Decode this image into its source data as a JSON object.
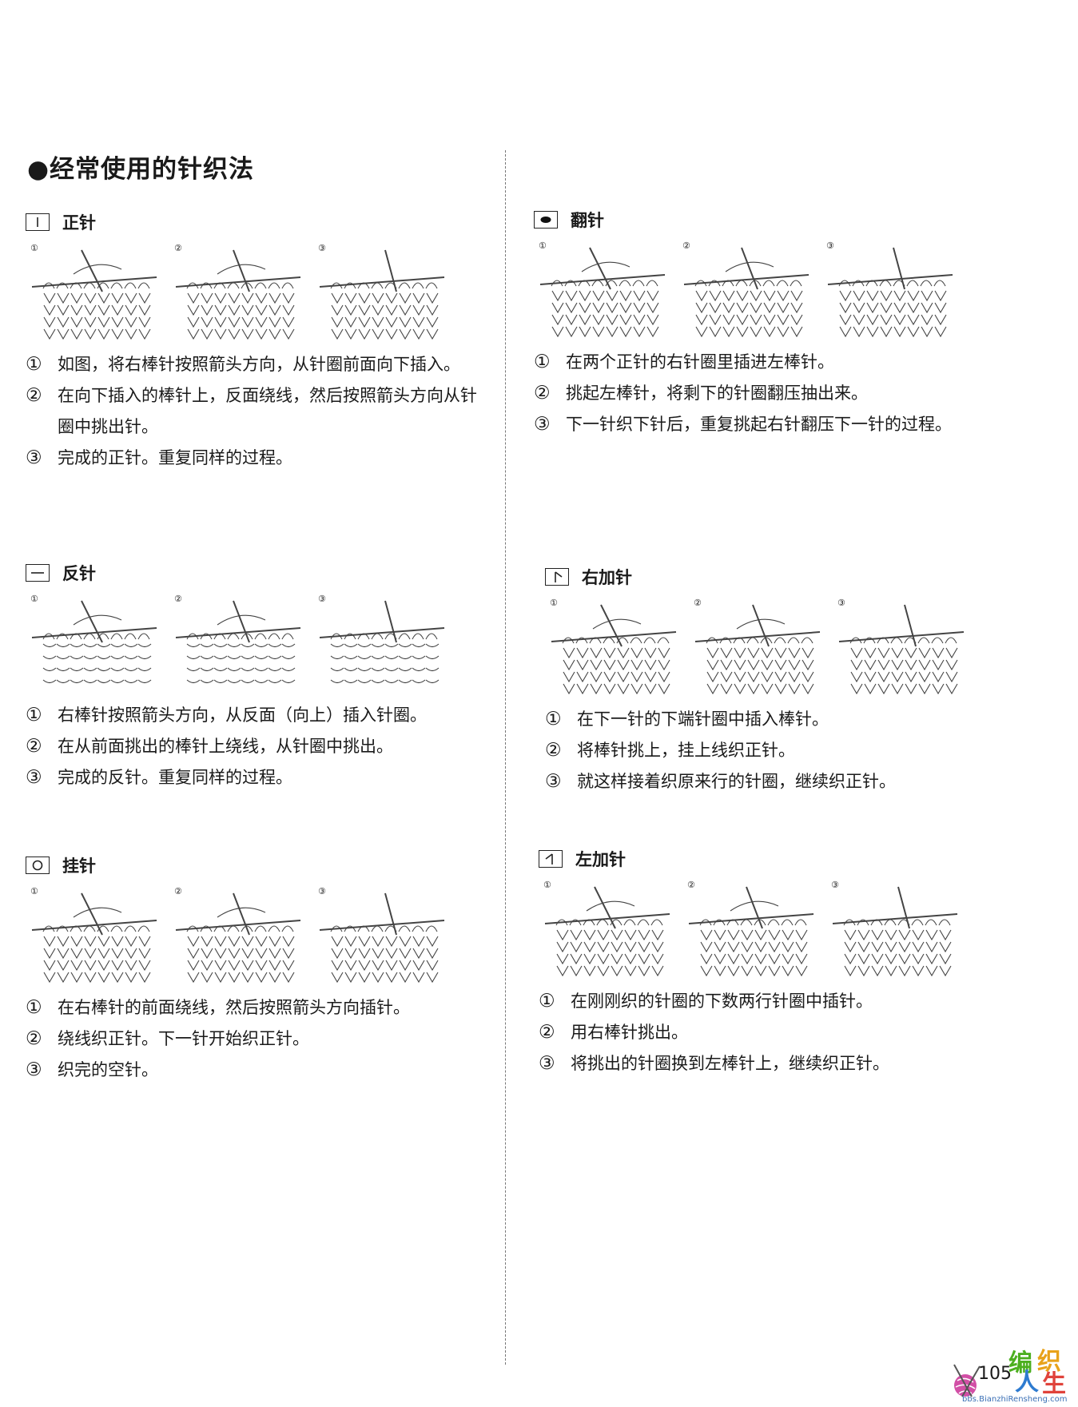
{
  "page_title": "●经常使用的针织法",
  "page_number": "105",
  "logo": {
    "chars": [
      "编",
      "织",
      "人",
      "生"
    ],
    "url": "bbs.BianzhiRensheng.com"
  },
  "panel_numbers": [
    "①",
    "②",
    "③"
  ],
  "sections": [
    {
      "id": "knit",
      "title": "正针",
      "symbol": "knit-symbol-icon",
      "steps": [
        {
          "num": "①",
          "text": "如图，将右棒针按照箭头方向，从针圈前面向下插入。"
        },
        {
          "num": "②",
          "text": "在向下插入的棒针上，反面绕线，然后按照箭头方向从针圈中挑出针。"
        },
        {
          "num": "③",
          "text": "完成的正针。重复同样的过程。"
        }
      ]
    },
    {
      "id": "purl",
      "title": "反针",
      "symbol": "purl-symbol-icon",
      "steps": [
        {
          "num": "①",
          "text": "右棒针按照箭头方向，从反面（向上）插入针圈。"
        },
        {
          "num": "②",
          "text": "在从前面挑出的棒针上绕线，从针圈中挑出。"
        },
        {
          "num": "③",
          "text": "完成的反针。重复同样的过程。"
        }
      ]
    },
    {
      "id": "yarn-over",
      "title": "挂针",
      "symbol": "yarn-over-symbol-icon",
      "steps": [
        {
          "num": "①",
          "text": "在右棒针的前面绕线，然后按照箭头方向插针。"
        },
        {
          "num": "②",
          "text": "绕线织正针。下一针开始织正针。"
        },
        {
          "num": "③",
          "text": "织完的空针。"
        }
      ]
    },
    {
      "id": "bind-off",
      "title": "翻针",
      "symbol": "bind-off-symbol-icon",
      "steps": [
        {
          "num": "①",
          "text": "在两个正针的右针圈里插进左棒针。"
        },
        {
          "num": "②",
          "text": "挑起左棒针，将剩下的针圈翻压抽出来。"
        },
        {
          "num": "③",
          "text": "下一针织下针后，重复挑起右针翻压下一针的过程。"
        }
      ]
    },
    {
      "id": "right-increase",
      "title": "右加针",
      "symbol": "right-increase-symbol-icon",
      "steps": [
        {
          "num": "①",
          "text": "在下一针的下端针圈中插入棒针。"
        },
        {
          "num": "②",
          "text": "将棒针挑上，挂上线织正针。"
        },
        {
          "num": "③",
          "text": "就这样接着织原来行的针圈，继续织正针。"
        }
      ]
    },
    {
      "id": "left-increase",
      "title": "左加针",
      "symbol": "left-increase-symbol-icon",
      "steps": [
        {
          "num": "①",
          "text": "在刚刚织的针圈的下数两行针圈中插针。"
        },
        {
          "num": "②",
          "text": "用右棒针挑出。"
        },
        {
          "num": "③",
          "text": "将挑出的针圈换到左棒针上，继续织正针。"
        }
      ]
    }
  ]
}
